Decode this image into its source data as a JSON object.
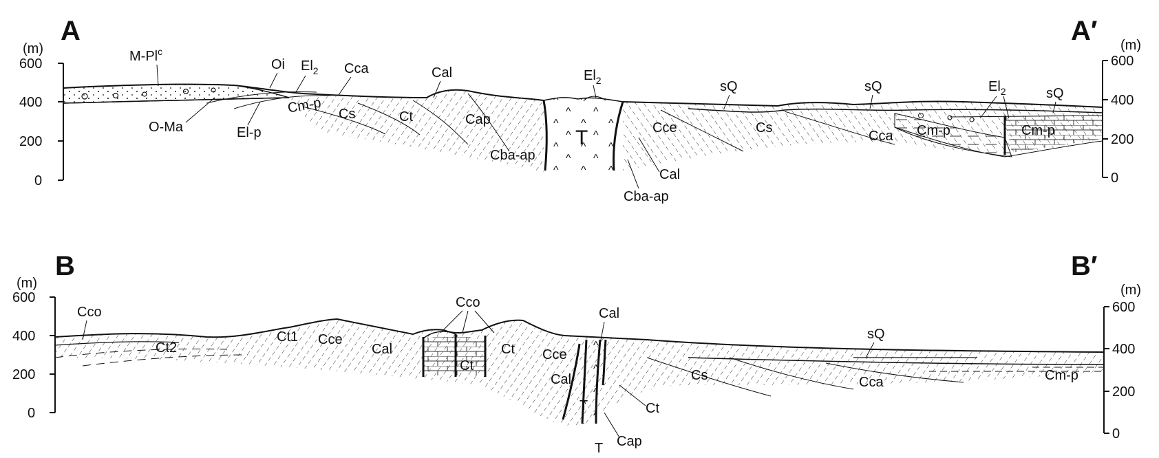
{
  "section_a": {
    "left_label": "A",
    "right_label": "A′",
    "unit_left": "(m)",
    "unit_right": "(m)",
    "ticks_left": [
      "600",
      "400",
      "200",
      "0"
    ],
    "ticks_right": [
      "600",
      "400",
      "200",
      "0"
    ],
    "units": {
      "m_plc": "M-Pl",
      "m_plc_sup": "c",
      "oi": "Oi",
      "el2_left": "El",
      "el2_left_sub": "2",
      "cca_left": "Cca",
      "cal_left": "Cal",
      "el2_mid": "El",
      "el2_mid_sub": "2",
      "sq_1": "sQ",
      "sq_2": "sQ",
      "el2_right": "El",
      "el2_right_sub": "2",
      "sq_3": "sQ",
      "o_ma": "O-Ma",
      "el_p": "El-p",
      "cm_p_left": "Cm-p",
      "cs_left": "Cs",
      "ct_left": "Ct",
      "cap": "Cap",
      "t_intrusion": "T",
      "cba_ap_left": "Cba-ap",
      "cce": "Cce",
      "cs_right": "Cs",
      "cca_right": "Cca",
      "cm_p_mid": "Cm-p",
      "cm_p_right": "Cm-p",
      "cal_right": "Cal",
      "cba_ap_right": "Cba-ap"
    }
  },
  "section_b": {
    "left_label": "B",
    "right_label": "B′",
    "unit_left": "(m)",
    "unit_right": "(m)",
    "ticks_left": [
      "600",
      "400",
      "200",
      "0"
    ],
    "ticks_right": [
      "600",
      "400",
      "200",
      "0"
    ],
    "units": {
      "cco_left": "Cco",
      "ct2": "Ct2",
      "ct1": "Ct1",
      "cce_left": "Cce",
      "cal_left": "Cal",
      "cco_mid": "Cco",
      "ct_block": "Ct",
      "ct_mid": "Ct",
      "cce_mid": "Cce",
      "cal_top": "Cal",
      "cal_dike": "Cal",
      "t_dike": "T",
      "t_bottom": "T",
      "cap": "Cap",
      "ct_right": "Ct",
      "cs": "Cs",
      "cca": "Cca",
      "sq": "sQ",
      "cm_p": "Cm-p"
    }
  }
}
